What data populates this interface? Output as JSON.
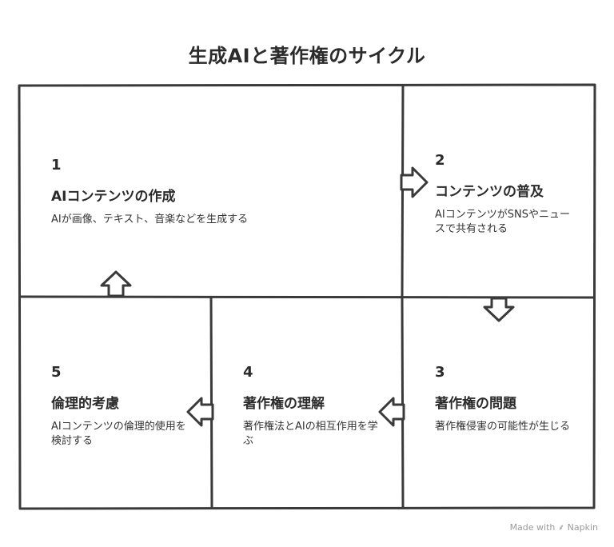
{
  "title": "生成AIと著作権のサイクル",
  "steps": [
    {
      "number": "1",
      "heading": "AIコンテンツの作成",
      "description": "AIが画像、テキスト、音楽などを生成する"
    },
    {
      "number": "2",
      "heading": "コンテンツの普及",
      "description": "AIコンテンツがSNSやニュースで共有される"
    },
    {
      "number": "3",
      "heading": "著作権の問題",
      "description": "著作権侵害の可能性が生じる"
    },
    {
      "number": "4",
      "heading": "著作権の理解",
      "description": "著作権法とAIの相互作用を学ぶ"
    },
    {
      "number": "5",
      "heading": "倫理的考慮",
      "description": "AIコンテンツの倫理的使用を検討する"
    }
  ],
  "footer": {
    "made_with": "Made with",
    "brand": "Napkin",
    "logo_icon": "napkin-logo-icon"
  },
  "colors": {
    "stroke": "#3a3a3a",
    "text": "#2b2b2b",
    "background": "#ffffff"
  }
}
